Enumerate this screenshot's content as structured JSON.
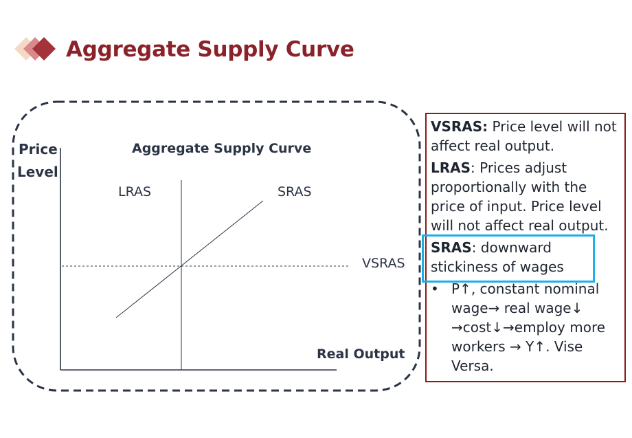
{
  "slide": {
    "title": "Aggregate Supply Curve"
  },
  "diagram": {
    "heading": "Aggregate Supply Curve",
    "y_axis_label_line1": "Price",
    "y_axis_label_line2": "Level",
    "x_axis_label": "Real Output",
    "curves": {
      "lras": "LRAS",
      "sras": "SRAS",
      "vsras": "VSRAS"
    }
  },
  "info": {
    "vsras_term": "VSRAS:",
    "vsras_text": " Price level will not affect real output.",
    "lras_term": "LRAS",
    "lras_text": ": Prices adjust proportionally with the price of input. Price level will not affect real output.",
    "sras_term": "SRAS",
    "sras_text": ": downward stickiness of wages",
    "bullet_symbol": "•",
    "bullet_text": "P↑, constant nominal wage→ real wage↓ →cost↓→employ more workers → Y↑. Vise Versa."
  },
  "colors": {
    "title": "#8b2229",
    "diamond_light": "#f6d9c4",
    "diamond_mid": "#d9898c",
    "diamond_dark": "#a3333a",
    "dashed_border": "#2b3445",
    "info_border": "#8b1a1a",
    "highlight_border": "#1ab0e8"
  },
  "icons": {
    "title_decoration": "stacked-diamonds-icon"
  }
}
